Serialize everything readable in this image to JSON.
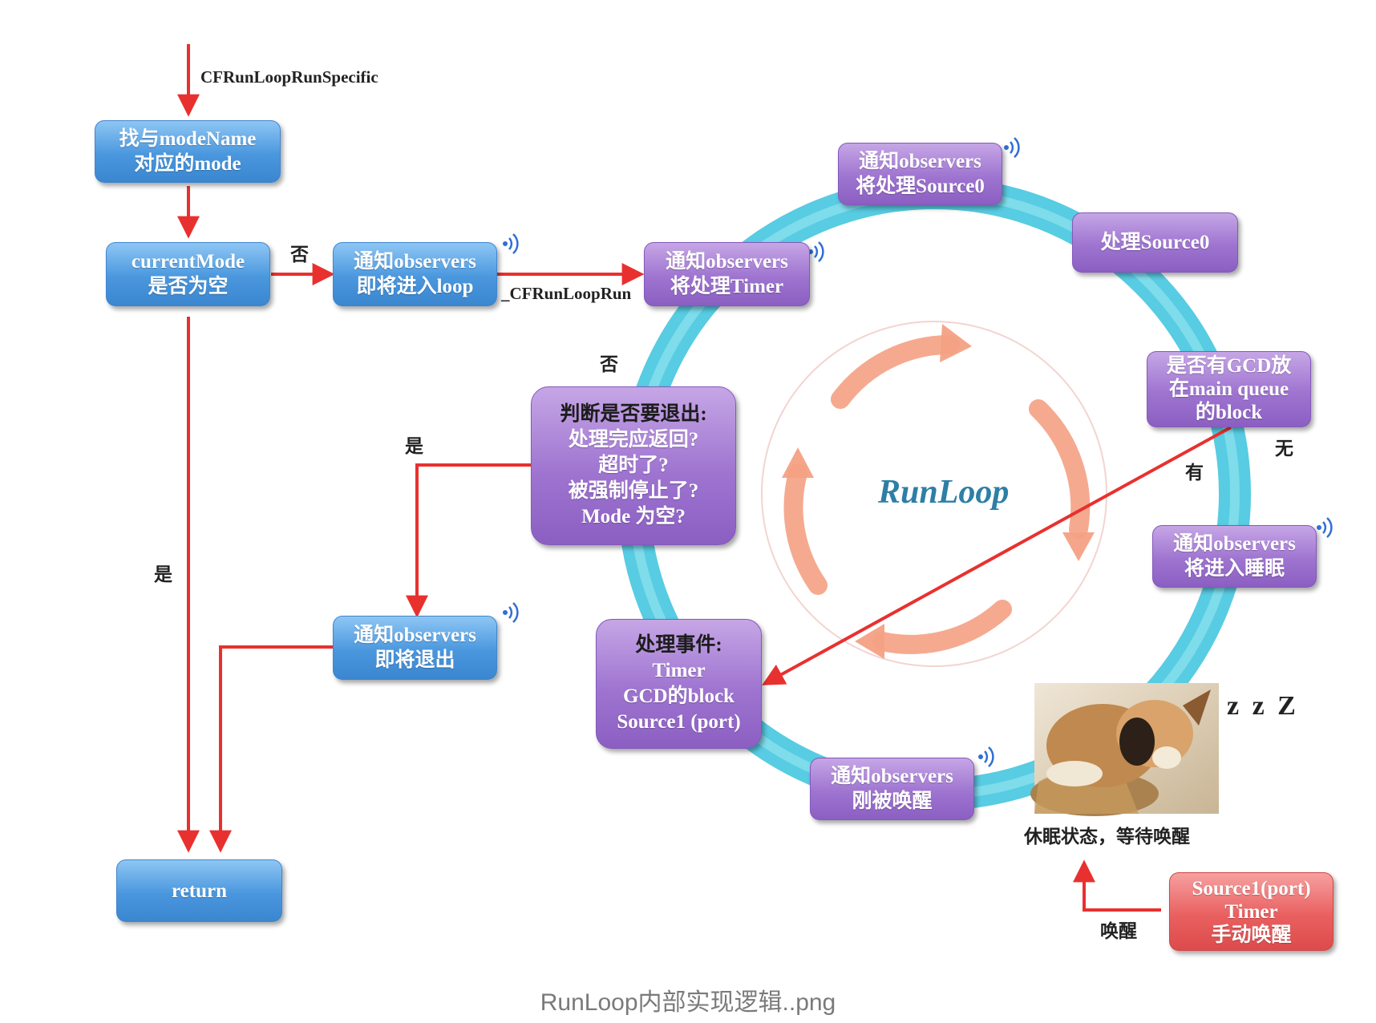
{
  "diagram": {
    "entry_label": "CFRunLoopRunSpecific",
    "run_label": "_CFRunLoopRun",
    "center_label": "RunLoop",
    "caption": "RunLoop内部实现逻辑..png",
    "sleep_caption": "休眠状态，等待唤醒",
    "zzz": "z z Z",
    "edge_labels": {
      "no_left": "否",
      "yes_left": "是",
      "no_decision": "否",
      "yes_decision": "是",
      "has": "有",
      "none": "无",
      "wake": "唤醒"
    },
    "colors": {
      "arrow": "#e8312f",
      "ring": "#4ec9e0",
      "blue_box": "#4a97de",
      "purple_box": "#9e74d0",
      "red_box": "#e96060"
    },
    "icons": [
      "signal-icon"
    ],
    "nodes": {
      "find_mode": [
        "找与modeName",
        "对应的mode"
      ],
      "mode_empty": [
        "currentMode",
        "是否为空"
      ],
      "notify_enter": [
        "通知observers",
        "即将进入loop"
      ],
      "notify_timer": [
        "通知observers",
        "将处理Timer"
      ],
      "notify_source0": [
        "通知observers",
        "将处理Source0"
      ],
      "handle_source0": [
        "处理Source0"
      ],
      "gcd_check": [
        "是否有GCD放",
        "在main queue",
        "的block"
      ],
      "notify_sleep": [
        "通知observers",
        "将进入睡眠"
      ],
      "decision_title": "判断是否要退出:",
      "decision": [
        "处理完应返回?",
        "超时了?",
        "被强制停止了?",
        "Mode  为空?"
      ],
      "handle_title": "处理事件:",
      "handle_events": [
        "Timer",
        "GCD的block",
        "Source1 (port)"
      ],
      "notify_exit": [
        "通知observers",
        "即将退出"
      ],
      "notify_wake": [
        "通知observers",
        "刚被唤醒"
      ],
      "return": [
        "return"
      ],
      "wake_sources": [
        "Source1(port)",
        "Timer",
        "手动唤醒"
      ]
    }
  }
}
